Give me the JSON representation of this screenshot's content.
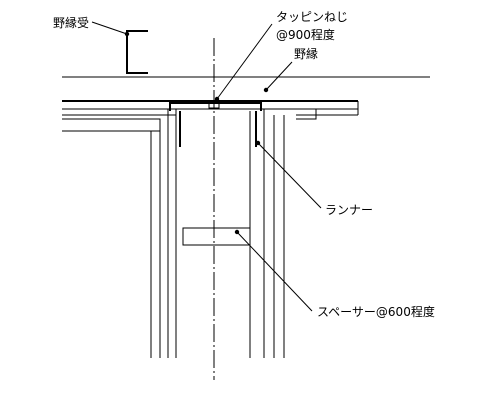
{
  "labels": {
    "nobuchi_uke": "野縁受",
    "tapping_screw": "タッピンねじ",
    "tapping_pitch": "@900程度",
    "nobuchi": "野縁",
    "runner": "ランナー",
    "spacer": "スペーサー@600程度"
  }
}
